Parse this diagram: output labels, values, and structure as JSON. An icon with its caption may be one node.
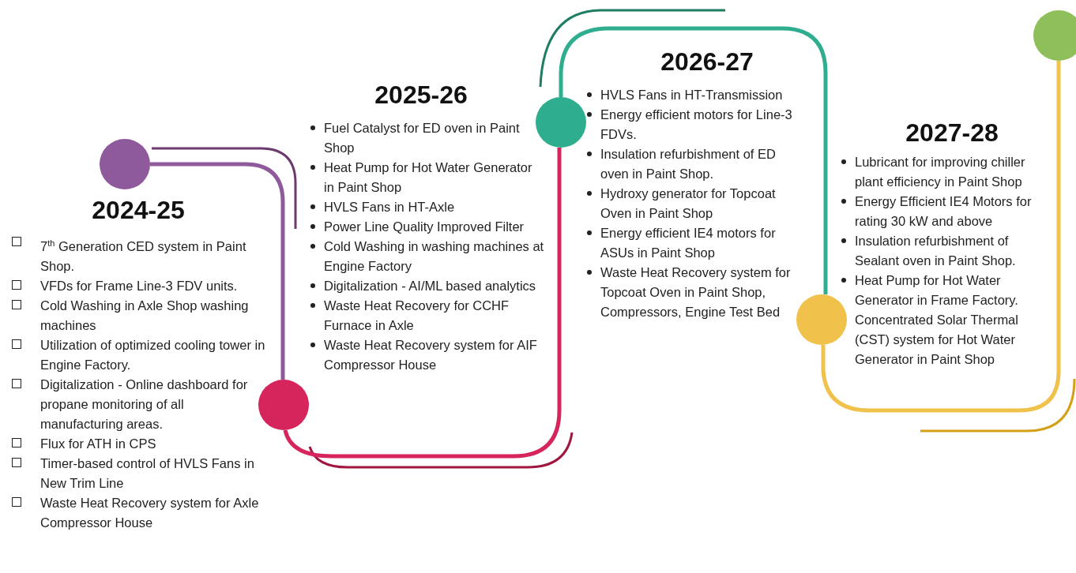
{
  "diagram": {
    "nodes": [
      {
        "text": [
          "2024-25",
          "7$^{th}$ Generation CED system in Paint Shop.",
          "VFDs for Frame Line-3 FDV units.",
          "Cold Washing in Axle Shop washing machines",
          "Utilization of optimized cooling tower in Engine Factory.",
          "Digitalization - Online dashboard for propane monitoring of all manufacturing areas.",
          "Flux for ATH in CPS",
          "Timer-based control of HVLS Fans in New Trim Line",
          "Waste Heat Recovery system for Axle Compressor House"
        ]
      },
      {
        "text": [
          "2025-26",
          "Fuel Catalyst for ED oven in Paint Shop",
          "Heat Pump for Hot Water Generator in Paint Shop",
          "HVLS Fans in HT-Axle",
          "Power Line Quality Improved Filter",
          "Cold Washing in washing machines at Engine Factory",
          "Digitalization - AI/ML based analytics",
          "Waste Heat Recovery for CCHF Furnace in Axle",
          "Waste Heat Recovery system for AIF Compressor House"
        ]
      },
      {
        "text": [
          "2026-27",
          "HVLS Fans in HT-Transmission",
          "Energy efficient motors for Line-3 FDVs.",
          "Insulation refurbishment of ED oven in Paint Shop.",
          "Hydroxy generator for Topcoat Oven in Paint Shop",
          "Energy efficient IE4 motors for ASUs in Paint Shop",
          "Waste Heat Recovery system for Topcoat Oven in Paint Shop, Compressors, Engine Test Bed"
        ]
      },
      {
        "text": [
          "2027-28",
          "Lubricant for improving chiller plant efficiency in Paint Shop",
          "Energy Efficient IE4 Motors for rating 30 kW and above",
          "Insulation refurbishment of Sealant oven in Paint Shop.",
          "Heat Pump for Hot Water Generator in Frame Factory.",
          "Concentrated Solar Thermal (CST) system for Hot Water Generator in Paint Shop"
        ]
      },
      {
        "text": [],
        "shape": "circle"
      },
      {
        "text": [],
        "shape": "circle"
      },
      {
        "text": [],
        "shape": "circle"
      },
      {
        "text": [],
        "shape": "circle"
      },
      {
        "text": [],
        "shape": "circle"
      }
    ],
    "edges": [
      {
        "from": 4,
        "to": 5,
        "arrow": "none",
        "color": "#8e5a9b"
      },
      {
        "from": 5,
        "to": 6,
        "arrow": "none",
        "color": "#d6245c"
      },
      {
        "from": 6,
        "to": 7,
        "arrow": "none",
        "color": "#2fae8f"
      },
      {
        "from": 7,
        "to": 8,
        "arrow": "none",
        "color": "#f0c14b"
      }
    ]
  }
}
